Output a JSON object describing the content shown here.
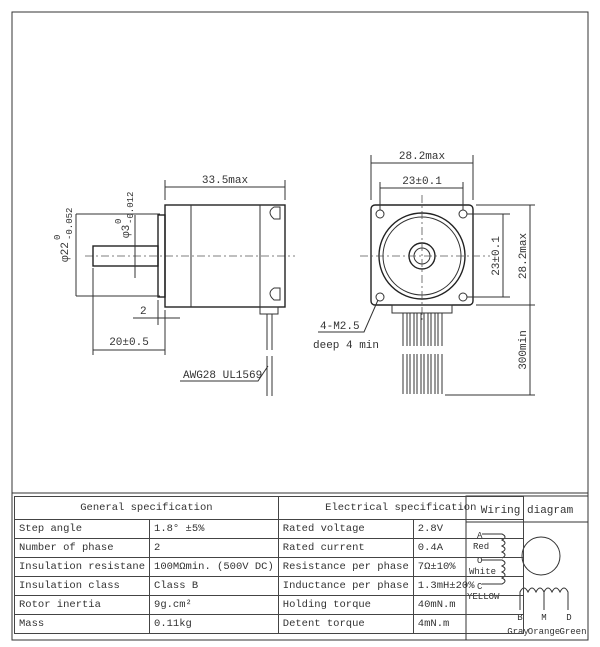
{
  "side_view": {
    "length_dim": "33.5max",
    "shaft_dia_dim": "φ3",
    "shaft_tol": "-0.012",
    "shaft_tol_upper": "0",
    "boss_dia_dim": "φ22",
    "boss_tol": "-0.052",
    "boss_tol_upper": "0",
    "boss_length_dim": "2",
    "shaft_length_dim": "20±0.5",
    "wire_label": "AWG28 UL1569"
  },
  "front_view": {
    "width_max": "28.2max",
    "hole_spacing_h": "23±0.1",
    "hole_spacing_v": "23±0.1",
    "height_max": "28.2max",
    "lead_length": "300min",
    "thread_label": "4-M2.5",
    "thread_depth": "deep 4 min"
  },
  "general_spec": {
    "title": "General specification",
    "rows": [
      {
        "label": "Step angle",
        "value": "1.8°  ±5%"
      },
      {
        "label": "Number of phase",
        "value": "2"
      },
      {
        "label": "Insulation resistane",
        "value": "100MΩmin. (500V DC)"
      },
      {
        "label": "Insulation class",
        "value": "Class B"
      },
      {
        "label": "Rotor inertia",
        "value": "9g.cm²"
      },
      {
        "label": "Mass",
        "value": "0.11kg"
      }
    ]
  },
  "electrical_spec": {
    "title": "Electrical specification",
    "rows": [
      {
        "label": "Rated voltage",
        "value": "2.8V"
      },
      {
        "label": "Rated current",
        "value": "0.4A"
      },
      {
        "label": "Resistance per phase",
        "value": "7Ω±10%"
      },
      {
        "label": "Inductance per phase",
        "value": "1.3mH±20%"
      },
      {
        "label": "Holding torque",
        "value": "40mN.m"
      },
      {
        "label": "Detent torque",
        "value": "4mN.m"
      }
    ]
  },
  "wiring": {
    "title": "Wiring diagram",
    "A": "A",
    "A_color": "Red",
    "O": "O",
    "O_color": "White",
    "C": "C",
    "C_color": "YELLOW",
    "B": "B",
    "B_color": "Gray",
    "M": "M",
    "M_color": "Orange",
    "D": "D",
    "D_color": "Green"
  }
}
